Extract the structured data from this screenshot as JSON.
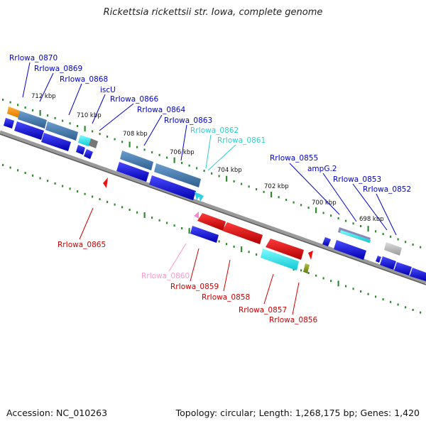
{
  "title": "Rickettsia rickettsii str. Iowa, complete genome",
  "footer": {
    "accession": "Accession: NC_010263",
    "summary": "Topology: circular; Length: 1,268,175 bp; Genes: 1,420"
  },
  "colors": {
    "backbone": "#808080",
    "track_dots": "#2e8b2e",
    "label_blue": "#0000cc",
    "label_red": "#cc0000",
    "label_cyan": "#33cccc",
    "label_pink": "#ff99cc"
  },
  "ticks": [
    "712 kbp",
    "710 kbp",
    "708 kbp",
    "706 kbp",
    "704 kbp",
    "702 kbp",
    "700 kbp",
    "698 kbp"
  ],
  "genes_above": [
    {
      "name": "RrIowa_0870",
      "color": "#0000cc"
    },
    {
      "name": "RrIowa_0869",
      "color": "#0000cc"
    },
    {
      "name": "RrIowa_0868",
      "color": "#0000cc"
    },
    {
      "name": "iscU",
      "color": "#0000cc"
    },
    {
      "name": "RrIowa_0866",
      "color": "#0000cc"
    },
    {
      "name": "RrIowa_0864",
      "color": "#0000cc"
    },
    {
      "name": "RrIowa_0863",
      "color": "#0000cc"
    },
    {
      "name": "RrIowa_0862",
      "color": "#33cccc"
    },
    {
      "name": "RrIowa_0861",
      "color": "#33cccc"
    },
    {
      "name": "RrIowa_0855",
      "color": "#0000cc"
    },
    {
      "name": "ampG.2",
      "color": "#0000cc"
    },
    {
      "name": "RrIowa_0853",
      "color": "#0000cc"
    },
    {
      "name": "RrIowa_0852",
      "color": "#0000cc"
    }
  ],
  "genes_below": [
    {
      "name": "RrIowa_0865",
      "color": "#cc0000"
    },
    {
      "name": "RrIowa_0860",
      "color": "#ff99cc"
    },
    {
      "name": "RrIowa_0859",
      "color": "#cc0000"
    },
    {
      "name": "RrIowa_0858",
      "color": "#cc0000"
    },
    {
      "name": "RrIowa_0857",
      "color": "#cc0000"
    },
    {
      "name": "RrIowa_0856",
      "color": "#cc0000"
    }
  ]
}
